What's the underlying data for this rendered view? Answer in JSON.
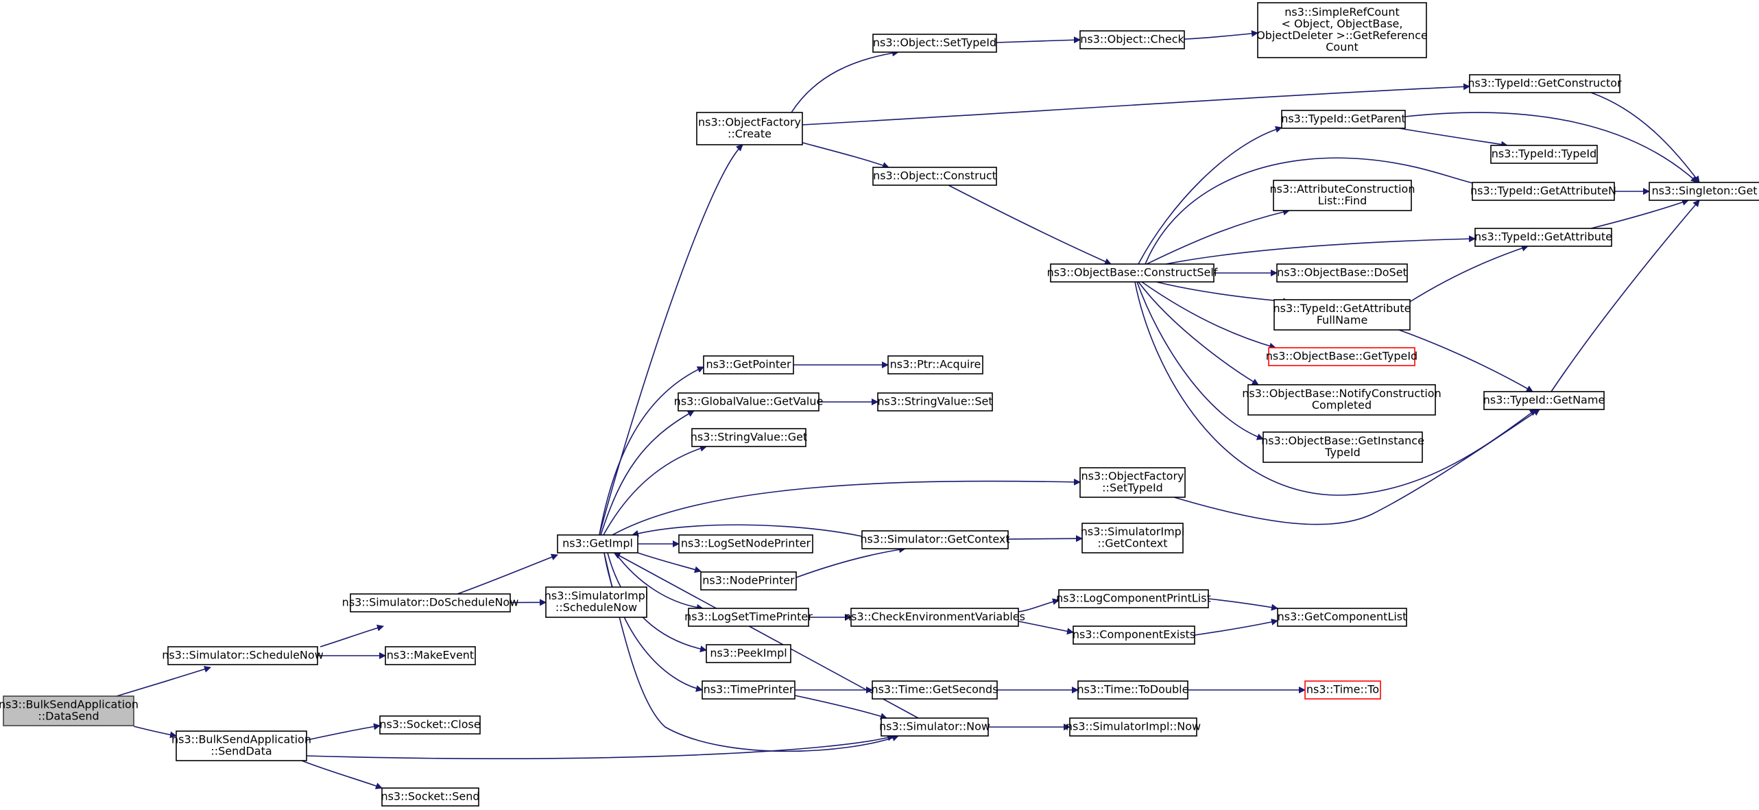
{
  "diagram": {
    "type": "call-graph",
    "colors": {
      "edge": "#191970",
      "node_border": "#000000",
      "root_fill": "#bfbfbf",
      "root_border": "#404040",
      "missing_border": "#ff0000"
    },
    "nodes": [
      {
        "id": "datasend",
        "label": [
          "ns3::BulkSendApplication",
          "::DataSend"
        ],
        "style": "root"
      },
      {
        "id": "schedulenow",
        "label": [
          "ns3::Simulator::ScheduleNow"
        ]
      },
      {
        "id": "senddata",
        "label": [
          "ns3::BulkSendApplication",
          "::SendData"
        ]
      },
      {
        "id": "doschedulenow",
        "label": [
          "ns3::Simulator::DoScheduleNow"
        ]
      },
      {
        "id": "makeevent",
        "label": [
          "ns3::MakeEvent"
        ]
      },
      {
        "id": "socketclose",
        "label": [
          "ns3::Socket::Close"
        ]
      },
      {
        "id": "socketsend",
        "label": [
          "ns3::Socket::Send"
        ]
      },
      {
        "id": "getimpl",
        "label": [
          "ns3::GetImpl"
        ]
      },
      {
        "id": "simimplschedulenow",
        "label": [
          "ns3::SimulatorImpl",
          "::ScheduleNow"
        ]
      },
      {
        "id": "objfactorycreate",
        "label": [
          "ns3::ObjectFactory",
          "::Create"
        ]
      },
      {
        "id": "getpointer",
        "label": [
          "ns3::GetPointer"
        ]
      },
      {
        "id": "globalvaluegetvalue",
        "label": [
          "ns3::GlobalValue::GetValue"
        ]
      },
      {
        "id": "stringvalueget",
        "label": [
          "ns3::StringValue::Get"
        ]
      },
      {
        "id": "logsetnodeprinter",
        "label": [
          "ns3::LogSetNodePrinter"
        ]
      },
      {
        "id": "nodeprinter",
        "label": [
          "ns3::NodePrinter"
        ]
      },
      {
        "id": "logsettimeprinter",
        "label": [
          "ns3::LogSetTimePrinter"
        ]
      },
      {
        "id": "peekimpl",
        "label": [
          "ns3::PeekImpl"
        ]
      },
      {
        "id": "timeprinter",
        "label": [
          "ns3::TimePrinter"
        ]
      },
      {
        "id": "objsettypeid",
        "label": [
          "ns3::Object::SetTypeId"
        ]
      },
      {
        "id": "objconstruct",
        "label": [
          "ns3::Object::Construct"
        ]
      },
      {
        "id": "ptracquire",
        "label": [
          "ns3::Ptr::Acquire"
        ]
      },
      {
        "id": "stringvalueset",
        "label": [
          "ns3::StringValue::Set"
        ]
      },
      {
        "id": "simgetcontext",
        "label": [
          "ns3::Simulator::GetContext"
        ]
      },
      {
        "id": "checkenv",
        "label": [
          "ns3::CheckEnvironmentVariables"
        ]
      },
      {
        "id": "timegetseconds",
        "label": [
          "ns3::Time::GetSeconds"
        ]
      },
      {
        "id": "simnow",
        "label": [
          "ns3::Simulator::Now"
        ]
      },
      {
        "id": "objcheck",
        "label": [
          "ns3::Object::Check"
        ]
      },
      {
        "id": "objbaseconstructself",
        "label": [
          "ns3::ObjectBase::ConstructSelf"
        ]
      },
      {
        "id": "objfactorysettypeid",
        "label": [
          "ns3::ObjectFactory",
          "::SetTypeId"
        ]
      },
      {
        "id": "simimplgetcontext",
        "label": [
          "ns3::SimulatorImpl",
          "::GetContext"
        ]
      },
      {
        "id": "logcompprintlist",
        "label": [
          "ns3::LogComponentPrintList"
        ]
      },
      {
        "id": "compexists",
        "label": [
          "ns3::ComponentExists"
        ]
      },
      {
        "id": "timetodouble",
        "label": [
          "ns3::Time::ToDouble"
        ]
      },
      {
        "id": "simimplnow",
        "label": [
          "ns3::SimulatorImpl::Now"
        ]
      },
      {
        "id": "simplerefcount",
        "label": [
          "ns3::SimpleRefCount",
          "< Object, ObjectBase,",
          "ObjectDeleter >::GetReference",
          "Count"
        ]
      },
      {
        "id": "typeidgetparent",
        "label": [
          "ns3::TypeId::GetParent"
        ]
      },
      {
        "id": "attrconstrlistfind",
        "label": [
          "ns3::AttributeConstruction",
          "List::Find"
        ]
      },
      {
        "id": "objbasedoset",
        "label": [
          "ns3::ObjectBase::DoSet"
        ]
      },
      {
        "id": "typeidgetattrfullname",
        "label": [
          "ns3::TypeId::GetAttribute",
          "FullName"
        ]
      },
      {
        "id": "objbasegettypeid",
        "label": [
          "ns3::ObjectBase::GetTypeId"
        ],
        "style": "missing"
      },
      {
        "id": "objbasenotify",
        "label": [
          "ns3::ObjectBase::NotifyConstruction",
          "Completed"
        ]
      },
      {
        "id": "objbasegetinstance",
        "label": [
          "ns3::ObjectBase::GetInstance",
          "TypeId"
        ]
      },
      {
        "id": "getcomponentlist",
        "label": [
          "ns3::GetComponentList"
        ]
      },
      {
        "id": "timeto",
        "label": [
          "ns3::Time::To"
        ],
        "style": "missing"
      },
      {
        "id": "typeidgetconstructor",
        "label": [
          "ns3::TypeId::GetConstructor"
        ]
      },
      {
        "id": "typeidtypeid",
        "label": [
          "ns3::TypeId::TypeId"
        ]
      },
      {
        "id": "typeidgetattributen",
        "label": [
          "ns3::TypeId::GetAttributeN"
        ]
      },
      {
        "id": "typeidgetattribute",
        "label": [
          "ns3::TypeId::GetAttribute"
        ]
      },
      {
        "id": "typeidgetname",
        "label": [
          "ns3::TypeId::GetName"
        ]
      },
      {
        "id": "singletonget",
        "label": [
          "ns3::Singleton::Get"
        ]
      }
    ],
    "edges": [
      [
        "datasend",
        "schedulenow"
      ],
      [
        "datasend",
        "senddata"
      ],
      [
        "schedulenow",
        "doschedulenow"
      ],
      [
        "schedulenow",
        "makeevent"
      ],
      [
        "senddata",
        "socketclose"
      ],
      [
        "senddata",
        "simnow"
      ],
      [
        "senddata",
        "socketsend"
      ],
      [
        "doschedulenow",
        "getimpl"
      ],
      [
        "doschedulenow",
        "simimplschedulenow"
      ],
      [
        "getimpl",
        "objfactorycreate"
      ],
      [
        "getimpl",
        "getpointer"
      ],
      [
        "getimpl",
        "globalvaluegetvalue"
      ],
      [
        "getimpl",
        "stringvalueget"
      ],
      [
        "getimpl",
        "objfactorysettypeid"
      ],
      [
        "getimpl",
        "logsetnodeprinter"
      ],
      [
        "getimpl",
        "nodeprinter"
      ],
      [
        "getimpl",
        "logsettimeprinter"
      ],
      [
        "getimpl",
        "peekimpl"
      ],
      [
        "getimpl",
        "timeprinter"
      ],
      [
        "getimpl",
        "simnow"
      ],
      [
        "objfactorycreate",
        "objsettypeid"
      ],
      [
        "objfactorycreate",
        "typeidgetconstructor"
      ],
      [
        "objfactorycreate",
        "objconstruct"
      ],
      [
        "objsettypeid",
        "objcheck"
      ],
      [
        "objcheck",
        "simplerefcount"
      ],
      [
        "objconstruct",
        "objbaseconstructself"
      ],
      [
        "getpointer",
        "ptracquire"
      ],
      [
        "globalvaluegetvalue",
        "stringvalueset"
      ],
      [
        "nodeprinter",
        "simgetcontext"
      ],
      [
        "simgetcontext",
        "getimpl"
      ],
      [
        "simgetcontext",
        "simimplgetcontext"
      ],
      [
        "logsettimeprinter",
        "checkenv"
      ],
      [
        "checkenv",
        "logcompprintlist"
      ],
      [
        "checkenv",
        "compexists"
      ],
      [
        "logcompprintlist",
        "getcomponentlist"
      ],
      [
        "compexists",
        "getcomponentlist"
      ],
      [
        "timeprinter",
        "timegetseconds"
      ],
      [
        "timeprinter",
        "simnow"
      ],
      [
        "timegetseconds",
        "timetodouble"
      ],
      [
        "timetodouble",
        "timeto"
      ],
      [
        "simnow",
        "getimpl"
      ],
      [
        "simnow",
        "simimplnow"
      ],
      [
        "objfactorysettypeid",
        "typeidgetname"
      ],
      [
        "objbaseconstructself",
        "typeidgetparent"
      ],
      [
        "objbaseconstructself",
        "typeidgetattributen"
      ],
      [
        "objbaseconstructself",
        "attrconstrlistfind"
      ],
      [
        "objbaseconstructself",
        "typeidgetattribute"
      ],
      [
        "objbaseconstructself",
        "objbasedoset"
      ],
      [
        "objbaseconstructself",
        "typeidgetattrfullname"
      ],
      [
        "objbaseconstructself",
        "objbasegettypeid"
      ],
      [
        "objbaseconstructself",
        "objbasenotify"
      ],
      [
        "objbaseconstructself",
        "objbasegetinstance"
      ],
      [
        "objbaseconstructself",
        "typeidgetname"
      ],
      [
        "typeidgetparent",
        "typeidtypeid"
      ],
      [
        "typeidgetparent",
        "singletonget"
      ],
      [
        "typeidgetattributen",
        "singletonget"
      ],
      [
        "typeidgetattribute",
        "singletonget"
      ],
      [
        "typeidgetattrfullname",
        "typeidgetattribute"
      ],
      [
        "typeidgetattrfullname",
        "typeidgetname"
      ],
      [
        "typeidgetname",
        "singletonget"
      ],
      [
        "typeidgetconstructor",
        "singletonget"
      ]
    ]
  }
}
